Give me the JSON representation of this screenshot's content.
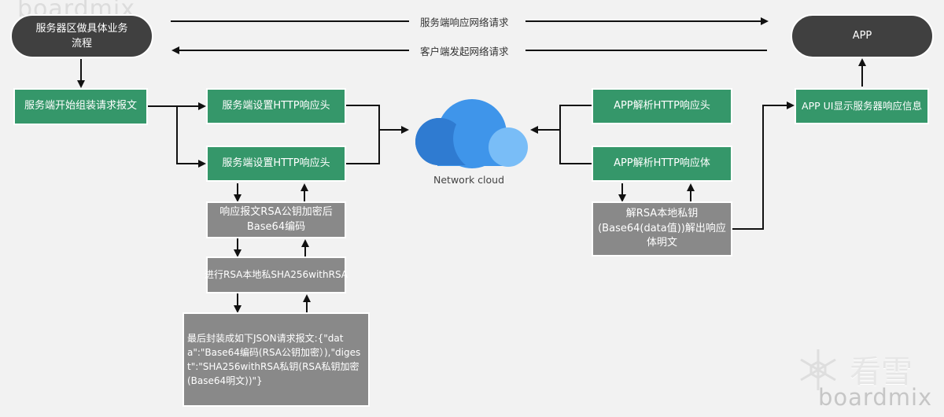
{
  "watermark": {
    "brand": "boardmix",
    "brand_cn": "看雪"
  },
  "top_arrows": {
    "response_label": "服务端响应网络请求",
    "request_label": "客户端发起网络请求"
  },
  "nodes": {
    "server_flow": "服务器区做具体业务流程",
    "app": "APP",
    "server_assemble": "服务端开始组装请求报文",
    "server_set_header_1": "服务端设置HTTP响应头",
    "server_set_header_2": "服务端设置HTTP响应头",
    "rsa_encrypt": "响应报文RSA公钥加密后Base64编码",
    "sha_sign": "进行RSA本地私SHA256withRSA",
    "json_final": "最后封装成如下JSON请求报文:{\"data\":\"Base64编码(RSA公钥加密）),\"digest\":\"SHA256withRSA私钥(RSA私钥加密(Base64明文))\"}",
    "app_parse_header": "APP解析HTTP响应头",
    "app_parse_body": "APP解析HTTP响应体",
    "rsa_decrypt": "解RSA本地私钥(Base64(data值))解出响应体明文",
    "app_ui_display": "APP UI显示服务器响应信息"
  },
  "cloud": {
    "label": "Network cloud",
    "colors": {
      "left": "#2f7bd1",
      "center": "#3f95ea",
      "right": "#79bdf7"
    }
  },
  "colors": {
    "green": "#35976a",
    "gray": "#898989",
    "dark": "#404040",
    "background": "#f2f2f2"
  }
}
